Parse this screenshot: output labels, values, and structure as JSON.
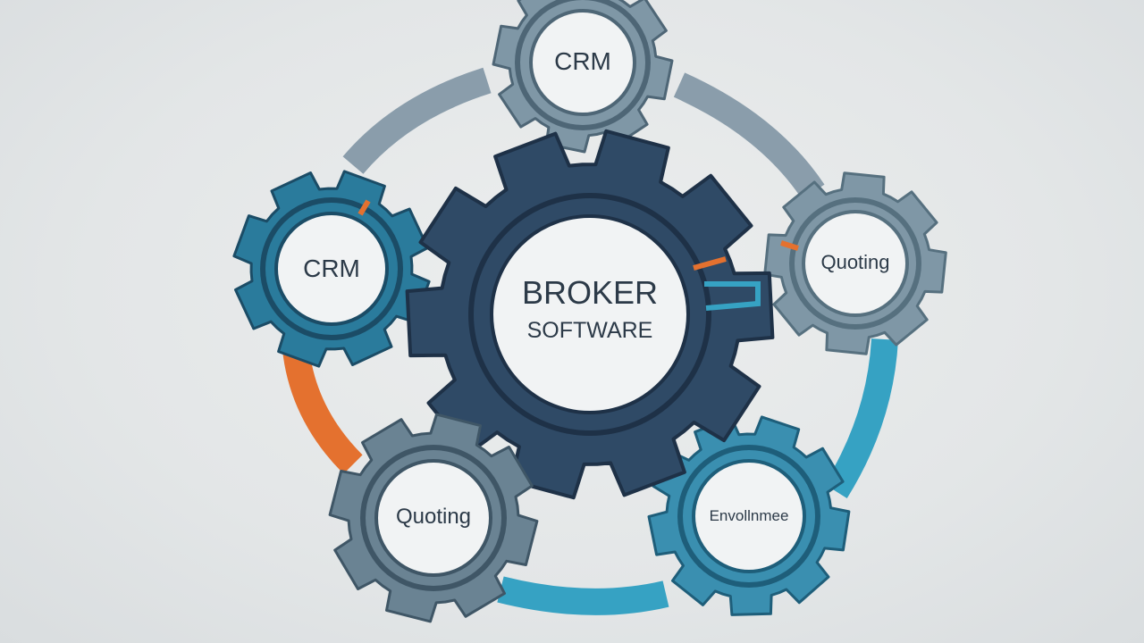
{
  "center": {
    "line1": "BROKER",
    "line2": "SOFTWARE"
  },
  "modules": [
    {
      "label": "CRM"
    },
    {
      "label": "CRM"
    },
    {
      "label": "Quoting"
    },
    {
      "label": "Quoting"
    },
    {
      "label": "Envollnmee"
    }
  ],
  "colors": {
    "background": "#e6e8e9",
    "center_gear": "#2f4a66",
    "center_gear_rim": "#1e3147",
    "gray_gear": "#6a8393",
    "gray_gear_light": "#7f97a6",
    "teal_gear": "#2a7b9c",
    "teal_gear_light": "#3a8fb0",
    "ring_gray": "#8a9dab",
    "ring_teal": "#36a2c3",
    "ring_orange": "#e4712f",
    "inner_disc": "#f1f3f4",
    "text": "#2c3a48"
  }
}
